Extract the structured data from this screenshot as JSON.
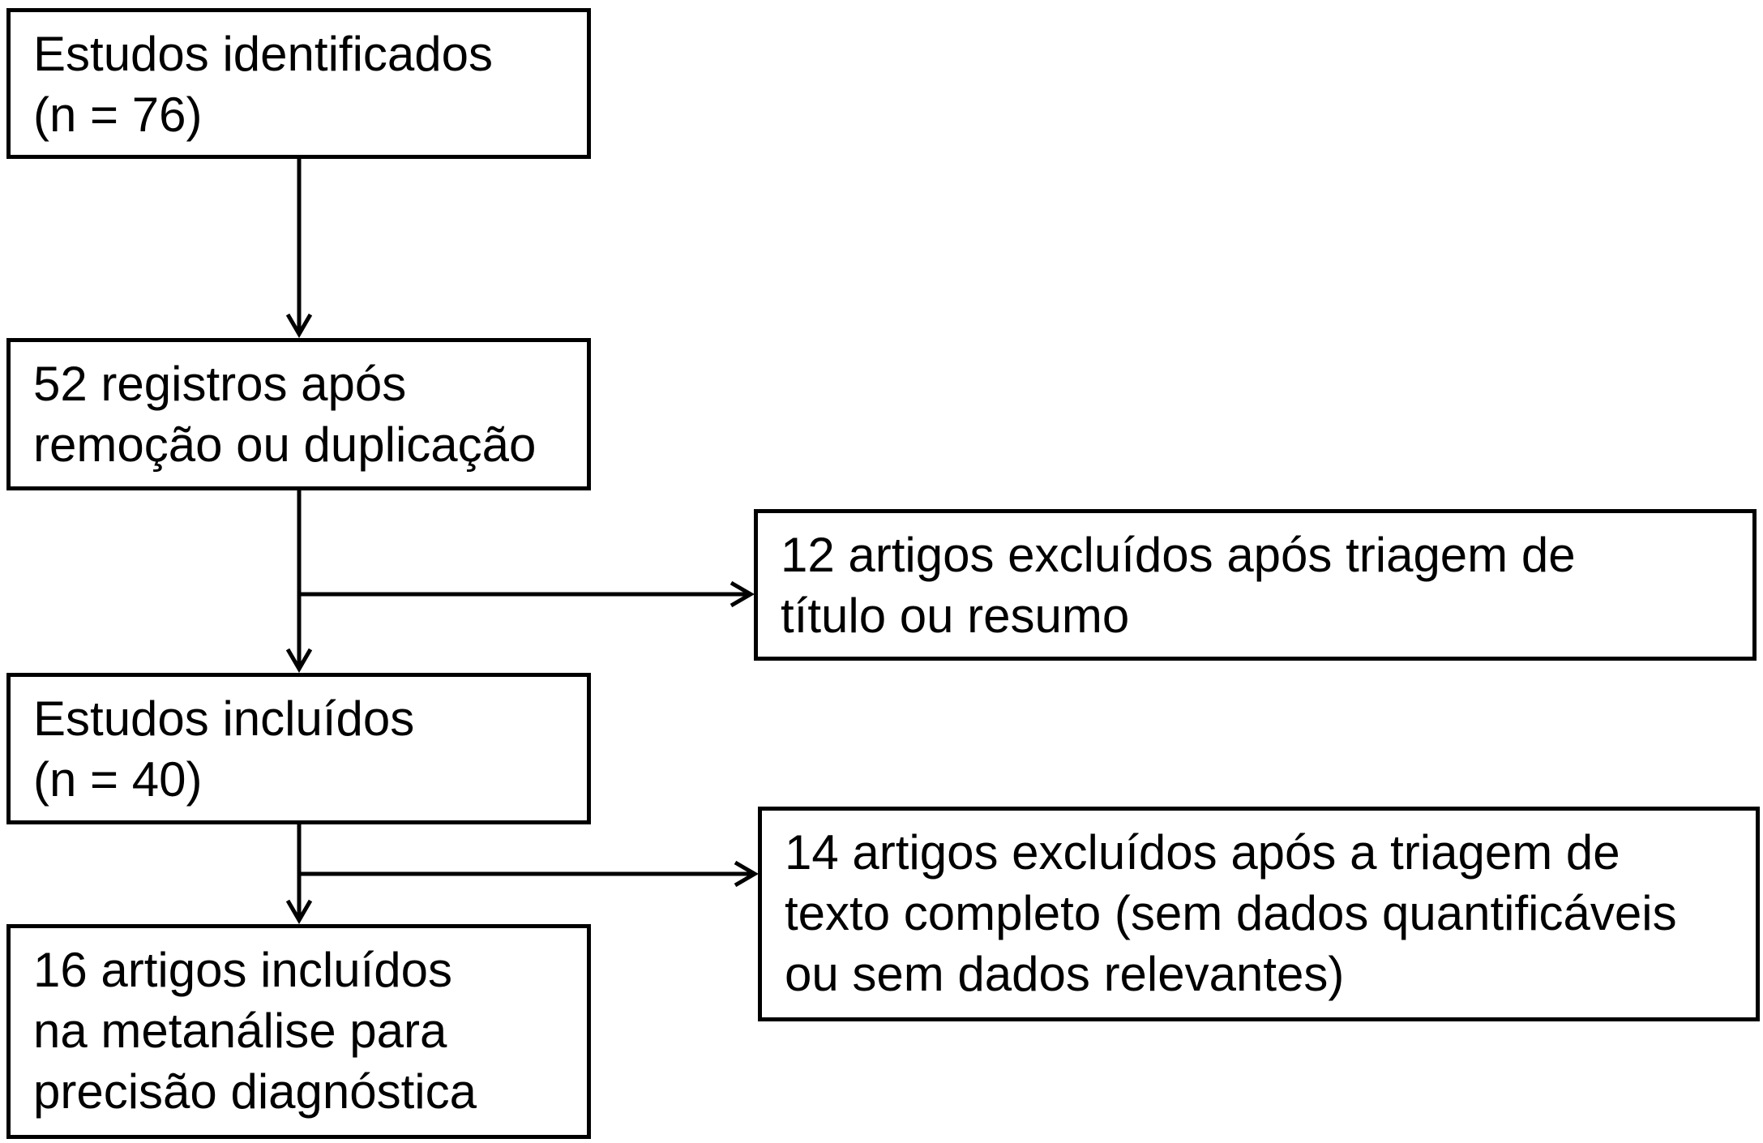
{
  "flowchart": {
    "identified": {
      "line1": "Estudos identificados",
      "line2": "(n = 76)"
    },
    "after_dedup": {
      "line1": "52 registros após",
      "line2": "remoção ou duplicação"
    },
    "excluded_title": {
      "line1": "12 artigos excluídos após triagem de",
      "line2": "título ou resumo"
    },
    "included": {
      "line1": "Estudos incluídos",
      "line2": "(n = 40)"
    },
    "excluded_fulltext": {
      "line1": "14 artigos excluídos após a triagem de",
      "line2": "texto completo (sem dados quantificáveis",
      "line3": "ou sem dados relevantes)"
    },
    "meta_analysis": {
      "line1": "16 artigos incluídos",
      "line2": "na metanálise para",
      "line3": "precisão diagnóstica"
    }
  }
}
